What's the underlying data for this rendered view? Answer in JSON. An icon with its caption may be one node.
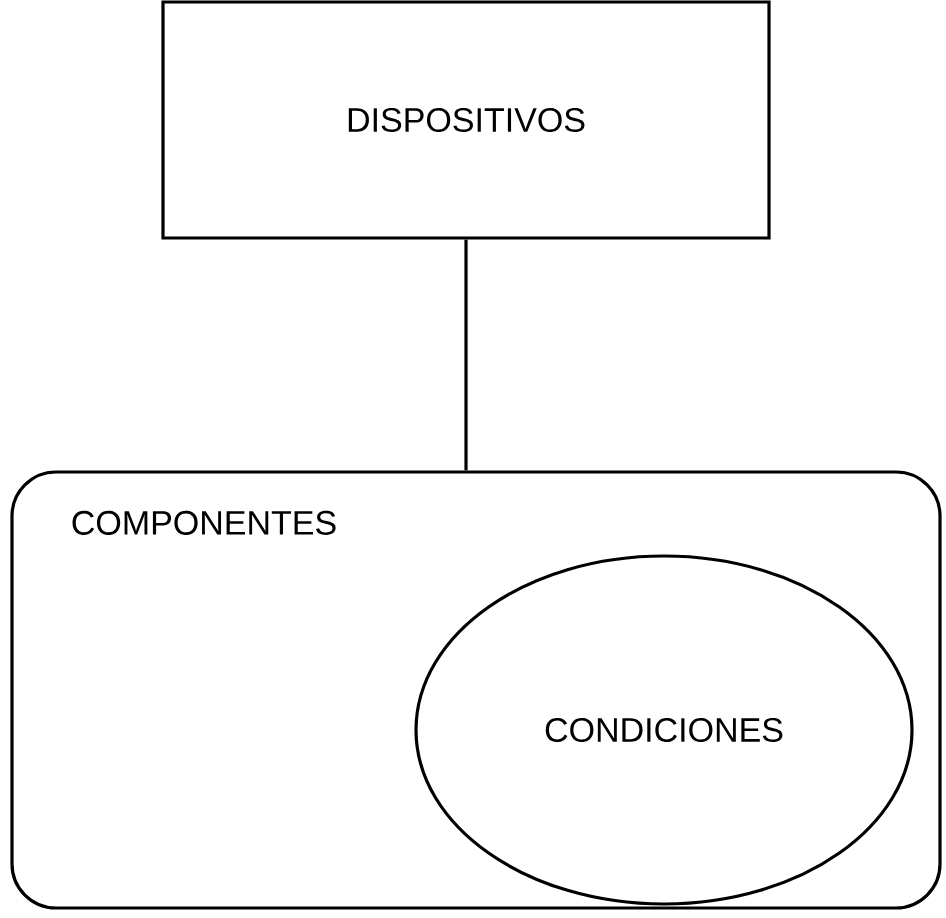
{
  "diagram": {
    "nodes": [
      {
        "text": [
          "DISPOSITIVOS"
        ]
      },
      {
        "text": [
          "COMPONENTES"
        ]
      },
      {
        "text": [
          "CONDICIONES"
        ],
        "in": 1
      }
    ],
    "edges": [
      {
        "from": 0,
        "to": 1,
        "arrow": "none"
      }
    ]
  }
}
